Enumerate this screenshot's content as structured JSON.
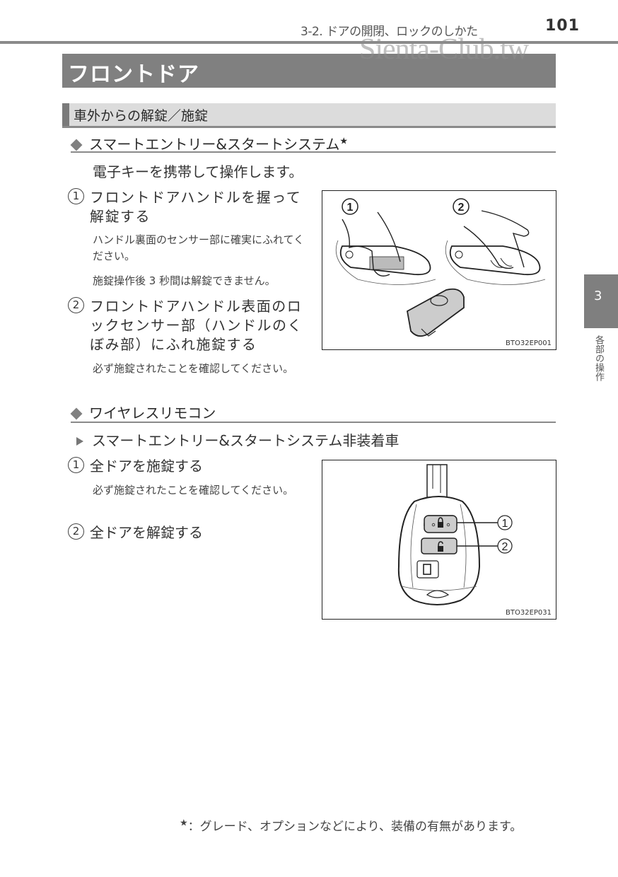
{
  "header": {
    "running_head": "3-2. ドアの開閉、ロックのしかた",
    "page_number": "101",
    "watermark": "Sienta-Club.tw"
  },
  "title": "フロントドア",
  "section": {
    "heading": "車外からの解錠／施錠"
  },
  "smart_entry": {
    "heading": "スマートエントリー&スタートシステム",
    "star": "★",
    "intro": "電子キーを携帯して操作します。",
    "steps": [
      {
        "number": "1",
        "text": "フロントドアハンドルを握って解錠する",
        "notes": [
          "ハンドル裏面のセンサー部に確実にふれてください。",
          "施錠操作後 3 秒間は解錠できません。"
        ]
      },
      {
        "number": "2",
        "text": "フロントドアハンドル表面のロックセンサー部（ハンドルのくぼみ部）にふれ施錠する",
        "notes": [
          "必ず施錠されたことを確認してください。"
        ]
      }
    ],
    "figure": {
      "code": "BTO32EP001",
      "callouts": [
        "1",
        "2"
      ]
    }
  },
  "wireless_remote": {
    "heading": "ワイヤレスリモコン",
    "condition": "スマートエントリー&スタートシステム非装着車",
    "steps": [
      {
        "number": "1",
        "text": "全ドアを施錠する",
        "notes": [
          "必ず施錠されたことを確認してください。"
        ]
      },
      {
        "number": "2",
        "text": "全ドアを解錠する",
        "notes": []
      }
    ],
    "figure": {
      "code": "BTO32EP031",
      "callouts": [
        "1",
        "2"
      ]
    }
  },
  "chapter_tab": {
    "number": "3",
    "label": "各部の操作"
  },
  "footnote": {
    "star": "★",
    "text": "：グレード、オプションなどにより、装備の有無があります。"
  },
  "colors": {
    "title_bar": "#808080",
    "section_bar": "#dcdcdc",
    "rule": "#8a8a8a",
    "chapter_tab": "#7f7f7f"
  }
}
